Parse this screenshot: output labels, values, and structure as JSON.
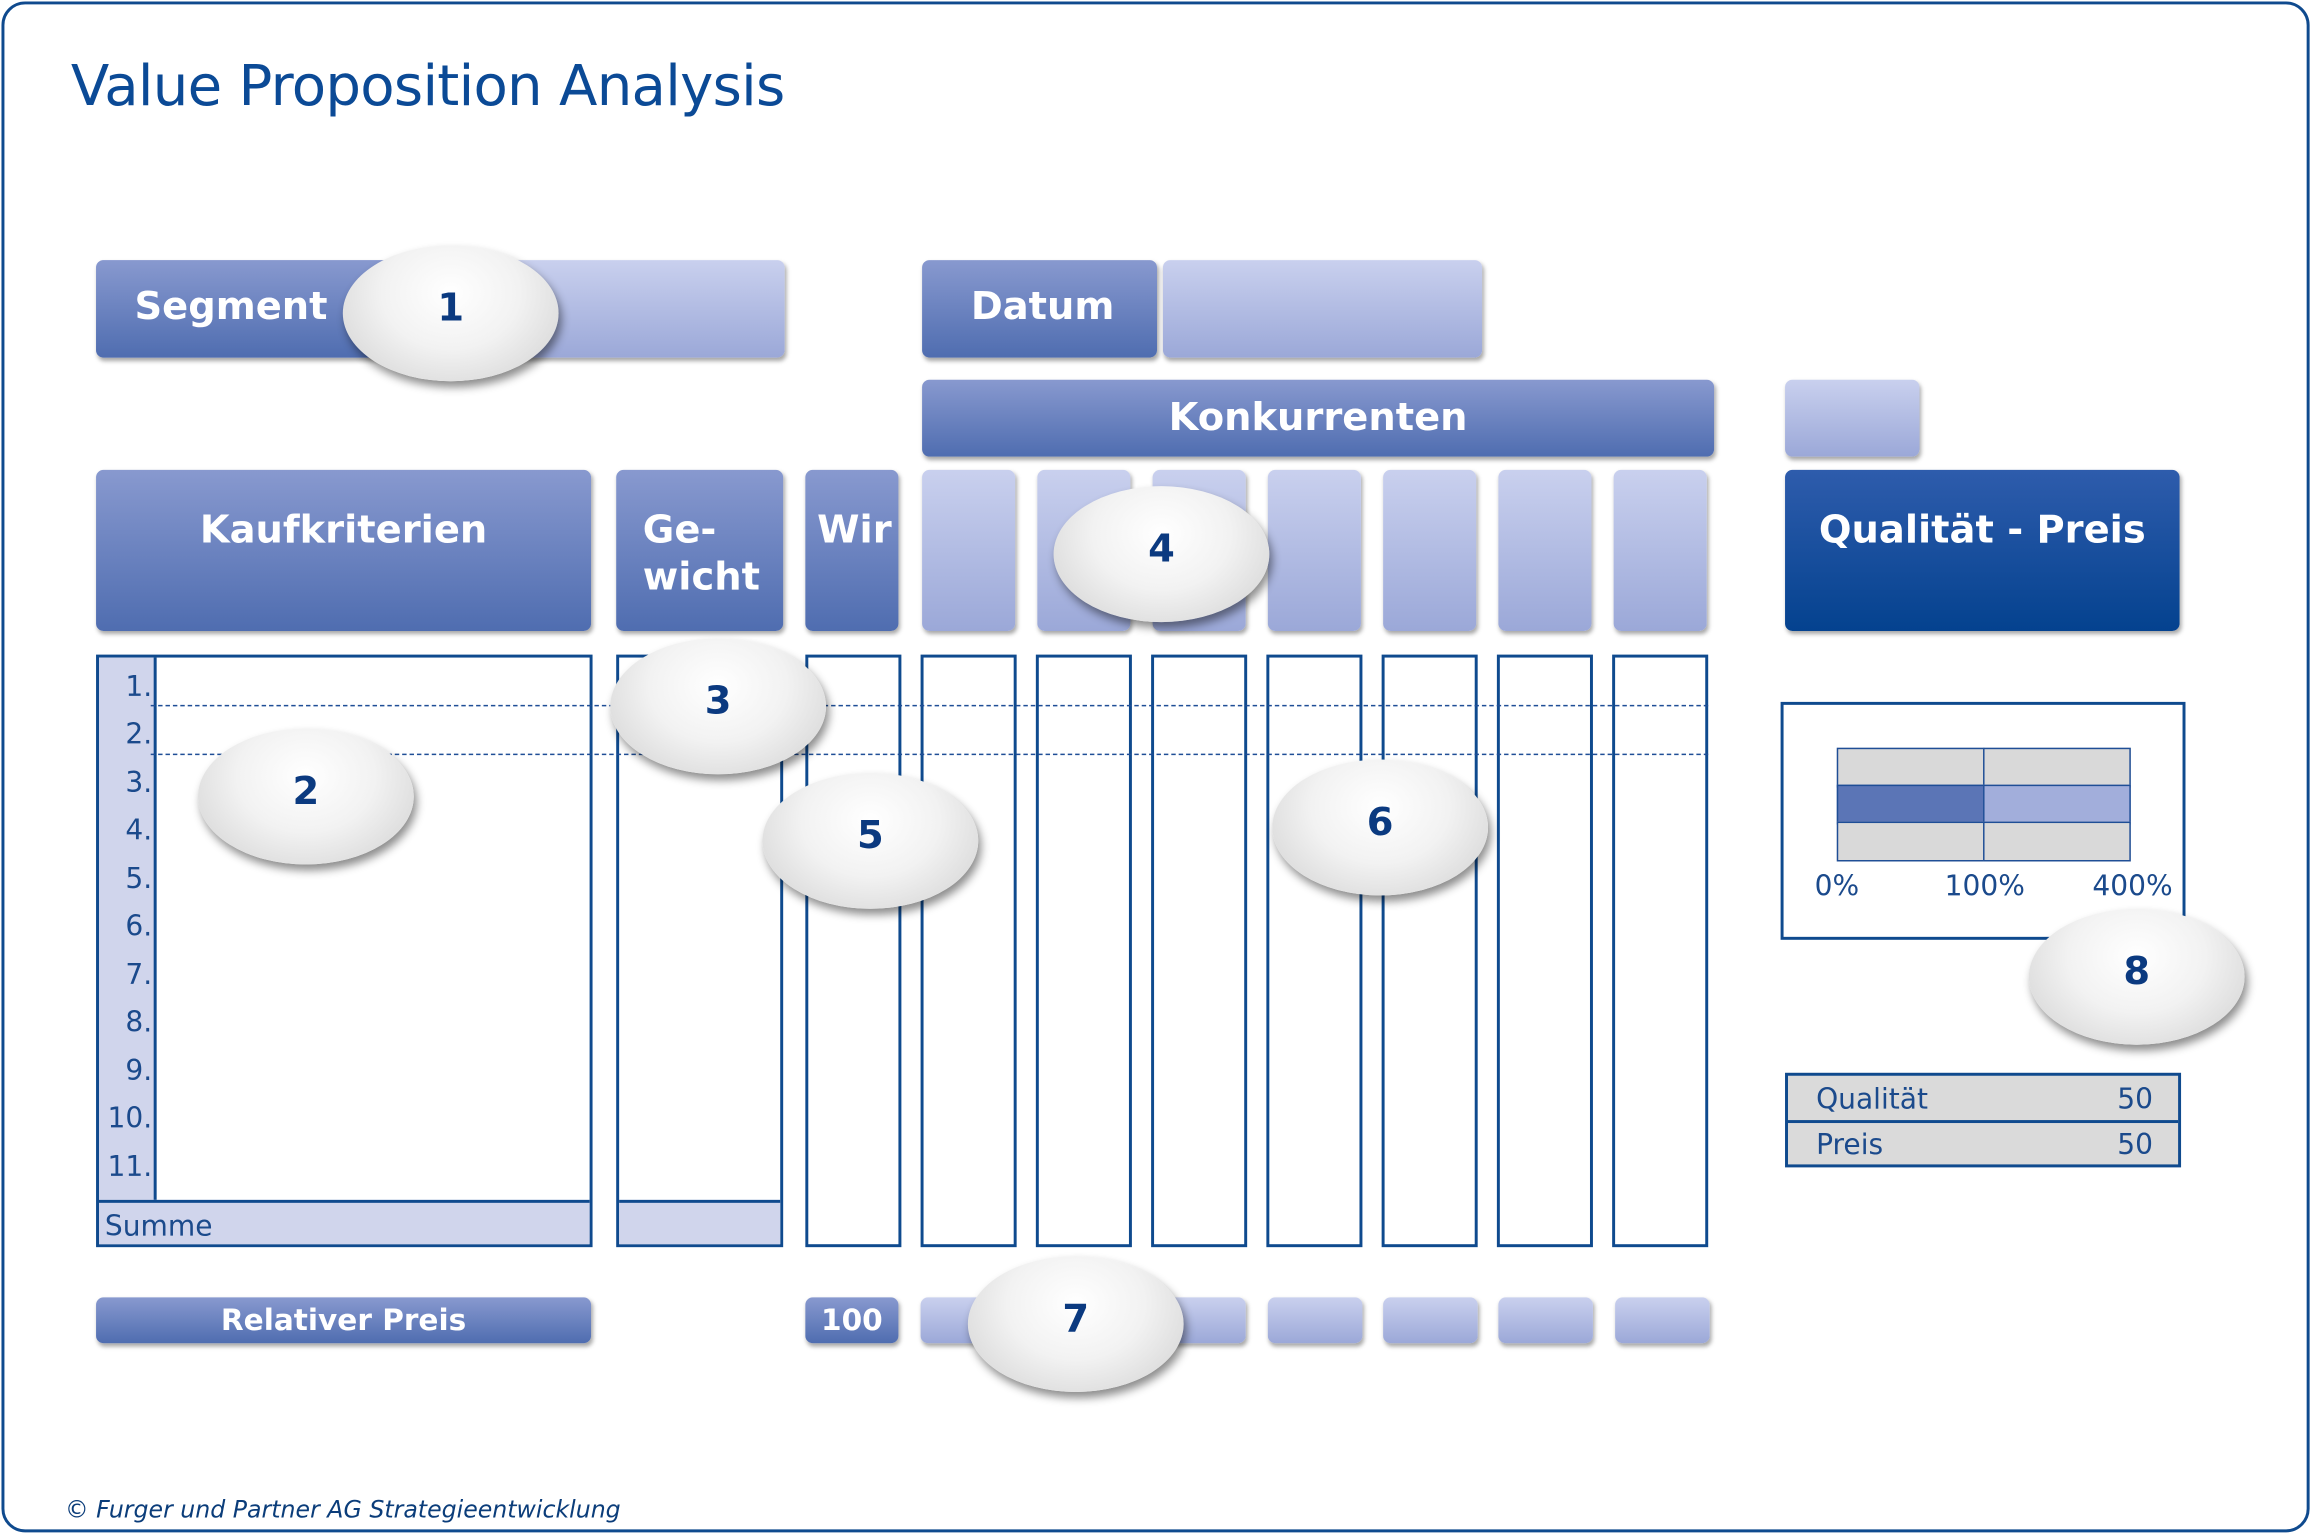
{
  "title": "Value Proposition Analysis",
  "footer": "© Furger und Partner AG Strategieentwicklung",
  "header": {
    "segment_label": "Segment",
    "datum_label": "Datum",
    "konkurrenten_label": "Konkurrenten"
  },
  "columns": {
    "kaufkriterien": "Kaufkriterien",
    "gewicht_1": "Ge-",
    "gewicht_2": "wicht",
    "wir": "Wir",
    "qualitaet_preis": "Qualität - Preis"
  },
  "rows": [
    "1.",
    "2.",
    "3.",
    "4.",
    "5.",
    "6.",
    "7.",
    "8.",
    "9.",
    "10.",
    "11."
  ],
  "summe_label": "Summe",
  "relativer_preis_label": "Relativer Preis",
  "wir_price": "100",
  "chart_axis": [
    "0%",
    "100%",
    "400%"
  ],
  "weights": [
    {
      "label": "Qualität",
      "value": "50"
    },
    {
      "label": "Preis",
      "value": "50"
    }
  ],
  "badges": [
    "1",
    "2",
    "3",
    "4",
    "5",
    "6",
    "7",
    "8"
  ],
  "colors": {
    "dark": "#4f6db0",
    "light": "#9ba8d8",
    "navy": "#04428f",
    "border": "#0f4a8e",
    "cell_fill": "#d0d5ec"
  }
}
